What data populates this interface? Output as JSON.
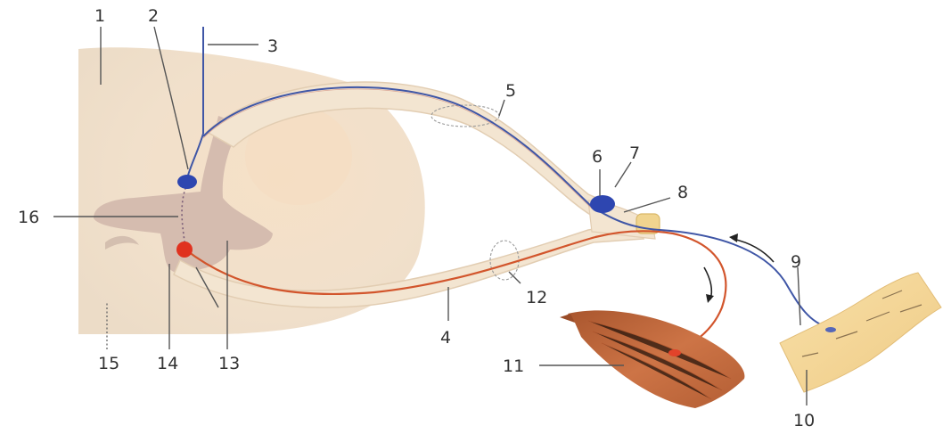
{
  "labels": {
    "n1": "1",
    "n2": "2",
    "n3": "3",
    "n4": "4",
    "n5": "5",
    "n6": "6",
    "n7": "7",
    "n8": "8",
    "n9": "9",
    "n10": "10",
    "n11": "11",
    "n12": "12",
    "n13": "13",
    "n14": "14",
    "n15": "15",
    "n16": "16"
  },
  "colors": {
    "cord": "#efdcc3",
    "grey_matter": "#d4b9ab",
    "root": "#f3e6d3",
    "root_edge": "#e0cbb0",
    "sensory_fiber": "#3f56a6",
    "motor_fiber": "#d2552c",
    "skin": "#f5d79a",
    "muscle": "#c0653a",
    "ganglion": "#2e46b0",
    "motor_body": "#e0321f"
  }
}
